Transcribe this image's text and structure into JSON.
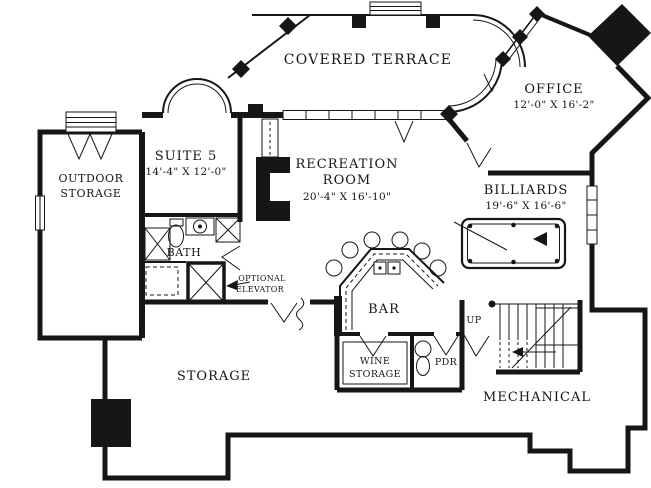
{
  "document_type": "basement-floor-plan",
  "colors": {
    "ink": "#161616",
    "background": "#ffffff"
  },
  "rooms": {
    "covered_terrace": {
      "name": "COVERED TERRACE"
    },
    "office": {
      "name": "OFFICE",
      "dims": "12'-0\" X 16'-2\""
    },
    "suite_5": {
      "name": "SUITE 5",
      "dims": "14'-4\" X 12'-0\""
    },
    "outdoor_storage": {
      "name_line1": "OUTDOOR",
      "name_line2": "STORAGE"
    },
    "recreation_room": {
      "name_line1": "RECREATION",
      "name_line2": "ROOM",
      "dims": "20'-4\" X 16'-10\""
    },
    "billiards": {
      "name": "BILLIARDS",
      "dims": "19'-6\" X 16'-6\""
    },
    "bath": {
      "name": "BATH"
    },
    "bar": {
      "name": "BAR"
    },
    "storage": {
      "name": "STORAGE"
    },
    "wine_storage": {
      "name_line1": "WINE",
      "name_line2": "STORAGE"
    },
    "powder_room": {
      "name": "PDR"
    },
    "mechanical": {
      "name": "MECHANICAL"
    }
  },
  "annotations": {
    "optional_elevator": {
      "line1": "OPTIONAL",
      "line2": "ELEVATOR"
    },
    "stair_direction": "UP"
  },
  "fixtures": [
    "billiard-table",
    "cue-stick",
    "ball-rack",
    "bar-counter",
    "bar-stool",
    "bar-sink",
    "staircase",
    "toilet",
    "pedestal-sink",
    "vanity-sink",
    "closet",
    "elevator-shaft",
    "fireplace",
    "chimney",
    "terrace-steps",
    "entry-steps",
    "column",
    "door-swing",
    "window"
  ]
}
